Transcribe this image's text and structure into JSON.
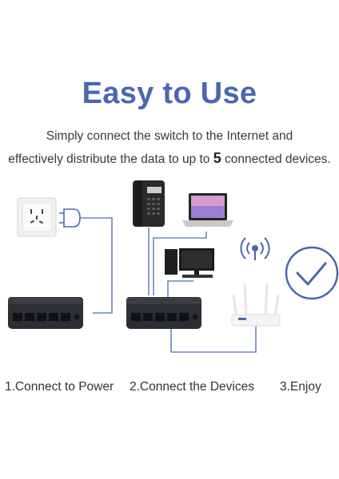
{
  "header": {
    "title": "Easy to Use",
    "line1": "Simply connect the switch to the Internet and",
    "line2_before": "effectively distribute the data to up to ",
    "line2_number": "5",
    "line2_after": " connected devices."
  },
  "steps": [
    {
      "label": "1.Connect to Power"
    },
    {
      "label": "2.Connect the Devices"
    },
    {
      "label": "3.Enjoy"
    }
  ],
  "colors": {
    "accent": "#4a67b0",
    "cable": "#6b86c4",
    "device_dark": "#2b2e33"
  },
  "icons": [
    "power-outlet-icon",
    "plug-icon",
    "switch-icon",
    "desk-phone-icon",
    "laptop-icon",
    "desktop-pc-icon",
    "wifi-router-icon",
    "wifi-signal-icon",
    "check-circle-icon"
  ]
}
